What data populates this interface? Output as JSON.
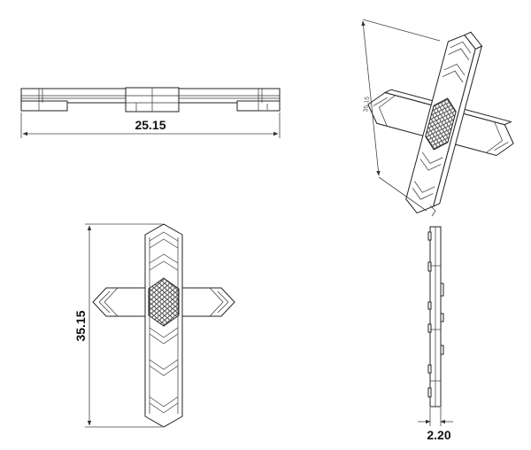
{
  "dimensions": {
    "width": "25.15",
    "height": "35.15",
    "thickness": "2.20",
    "iso_height": "35.15"
  },
  "colors": {
    "line": "#222222",
    "background": "#ffffff"
  }
}
